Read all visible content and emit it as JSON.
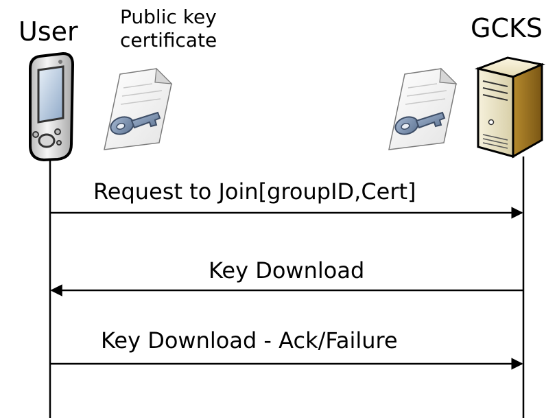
{
  "actors": {
    "user": "User",
    "server": "GCKS"
  },
  "certificate_caption": "Public key certificate",
  "messages": [
    {
      "label": "Request to Join[groupID,Cert]",
      "from": "User",
      "to": "GCKS"
    },
    {
      "label": "Key Download",
      "from": "GCKS",
      "to": "User"
    },
    {
      "label": "Key Download - Ack/Failure",
      "from": "User",
      "to": "GCKS"
    }
  ],
  "icons": {
    "user_device": "handheld-device-icon",
    "server": "server-tower-icon",
    "certificate": "key-document-icon"
  }
}
